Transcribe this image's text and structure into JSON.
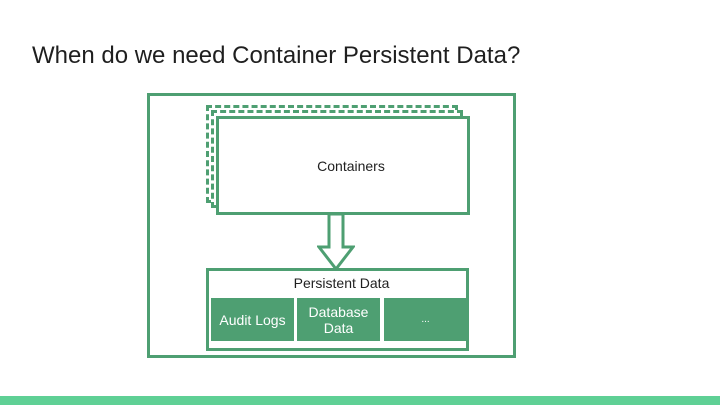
{
  "slide": {
    "title": "When do we need Container Persistent Data?"
  },
  "diagram": {
    "containers_label": "Containers",
    "persistent_label": "Persistent Data",
    "data_items": [
      {
        "label": "Audit Logs"
      },
      {
        "label": "Database Data"
      },
      {
        "label": "..."
      }
    ]
  },
  "colors": {
    "accent_green": "#4e9f72",
    "bottom_bar": "#5fd095"
  }
}
